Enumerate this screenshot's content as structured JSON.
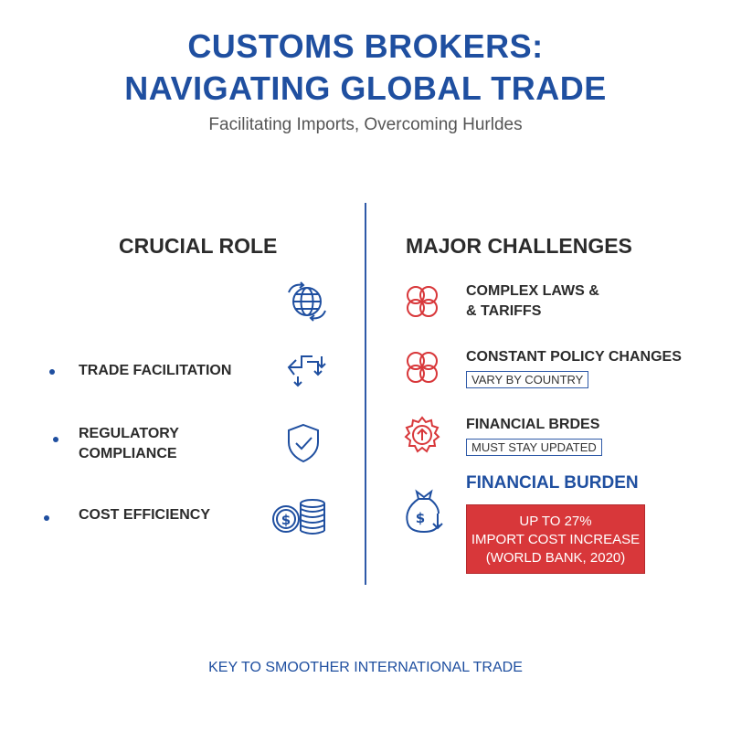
{
  "header": {
    "title_line1": "CUSTOMS BROKERS:",
    "title_line2": "NAVIGATING GLOBAL TRADE",
    "subtitle": "Facilitating Imports, Overcoming Hurldes"
  },
  "left": {
    "heading": "CRUCIAL ROLE",
    "top_icon": "globe-arrows-icon",
    "items": [
      {
        "label": "TRADE FACILITATION",
        "icon": "trade-arrows-icon"
      },
      {
        "label_line1": "REGULATORY",
        "label_line2": "COMPLIANCE",
        "icon": "shield-check-icon"
      },
      {
        "label": "COST EFFICIENCY",
        "icon": "coins-icon"
      }
    ]
  },
  "right": {
    "heading": "MAJOR CHALLENGES",
    "items": [
      {
        "label_line1": "COMPLEX LAWS &",
        "label_line2": "& TARIFFS",
        "icon": "knot-icon"
      },
      {
        "label": "CONSTANT POLICY CHANGES",
        "tag": "VARY BY COUNTRY",
        "icon": "knot-icon"
      },
      {
        "label": "FINANCIAL BRDES",
        "tag": "MUST STAY UPDATED",
        "icon": "gear-upload-icon"
      },
      {
        "label": "FINANCIAL BURDEN",
        "icon": "money-bag-down-icon",
        "box_line1": "UP TO 27%",
        "box_line2": "IMPORT COST INCREASE",
        "box_line3": "(WORLD BANK, 2020)"
      }
    ]
  },
  "footer": "KEY TO SMOOTHER INTERNATIONAL TRADE",
  "colors": {
    "brand_blue": "#1f4fa0",
    "alert_red": "#d8373a",
    "text_dark": "#2b2b2b"
  }
}
